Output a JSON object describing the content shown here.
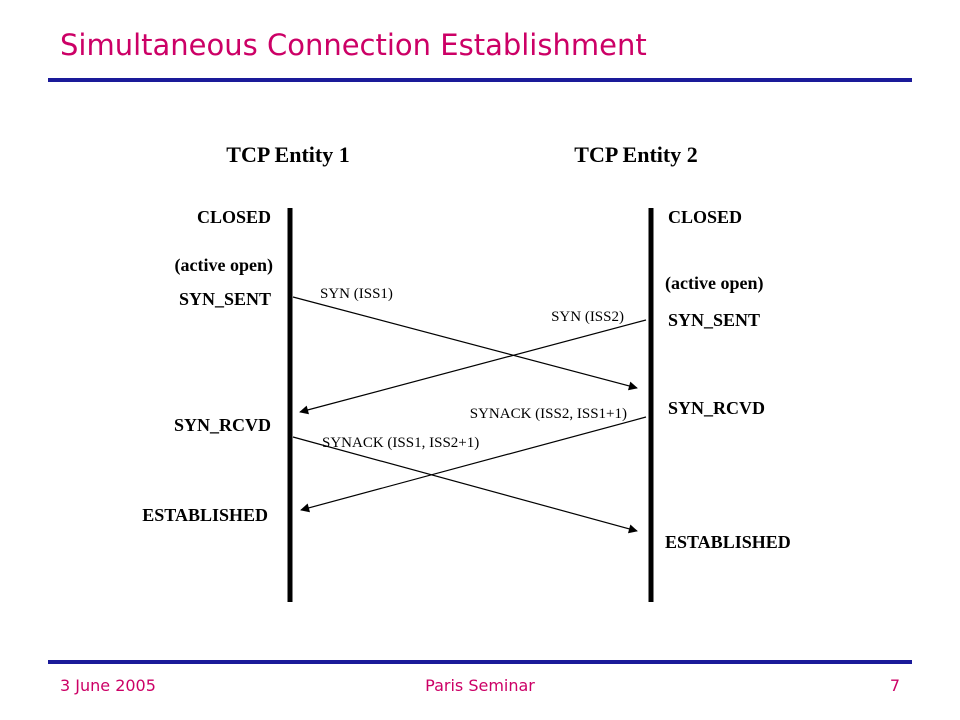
{
  "slide": {
    "title": "Simultaneous Connection Establishment",
    "footer_left": "3 June 2005",
    "footer_center": "Paris Seminar",
    "footer_right": "7",
    "title_color": "#cc0066",
    "rule_color": "#1a1a99"
  },
  "diagram": {
    "entity1": {
      "heading": "TCP Entity 1",
      "closed": "CLOSED",
      "active_open": "(active open)",
      "syn_sent": "SYN_SENT",
      "syn_rcvd": "SYN_RCVD",
      "established": "ESTABLISHED"
    },
    "entity2": {
      "heading": "TCP Entity 2",
      "closed": "CLOSED",
      "active_open": "(active open)",
      "syn_sent": "SYN_SENT",
      "syn_rcvd": "SYN_RCVD",
      "established": "ESTABLISHED"
    },
    "messages": {
      "syn1": "SYN (ISS1)",
      "syn2": "SYN (ISS2)",
      "synack2": "SYNACK (ISS2, ISS1+1)",
      "synack1": "SYNACK (ISS1,  ISS2+1)"
    }
  }
}
